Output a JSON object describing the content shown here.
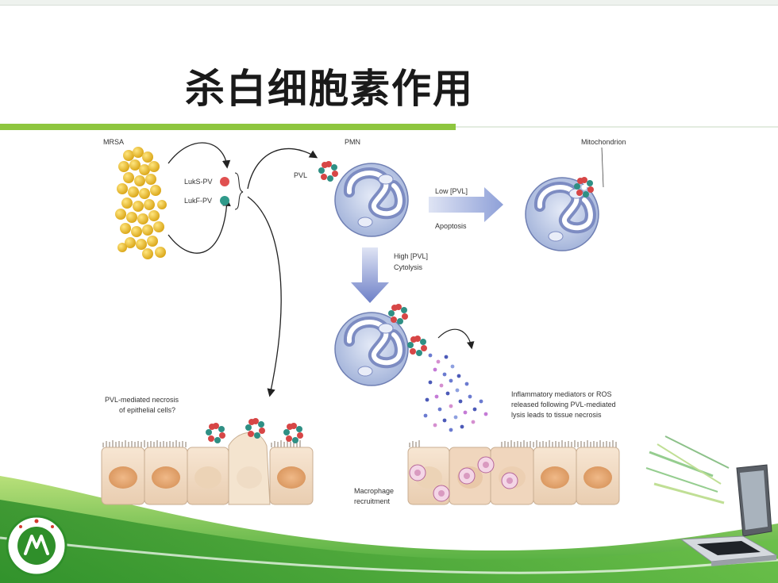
{
  "slide": {
    "title": "杀白细胞素作用"
  },
  "diagram": {
    "labels": {
      "mrsa": "MRSA",
      "luks": "LukS-PV",
      "lukf": "LukF-PV",
      "pvl": "PVL",
      "pmn": "PMN",
      "mitochondrion": "Mitochondrion",
      "low_pvl": "Low [PVL]",
      "apoptosis": "Apoptosis",
      "high_pvl": "High [PVL]",
      "cytolysis": "Cytolysis",
      "necrosis_q_line1": "PVL-mediated necrosis",
      "necrosis_q_line2": "of epithelial cells?",
      "inflam_line1": "Inflammatory mediators or ROS",
      "inflam_line2": "released following PVL-mediated",
      "inflam_line3": "lysis leads to tissue necrosis",
      "macrophage_line1": "Macrophage",
      "macrophage_line2": "recruitment"
    },
    "colors": {
      "bacteria": "#f0c020",
      "luks": "#e05050",
      "lukf": "#2f9a8a",
      "cell_fill": "#c8d4ec",
      "nucleus": "#9aa8d0",
      "arrow_blue": "#7f8fcf",
      "epithelium": "#f2dcc6"
    }
  },
  "decor": {
    "accent_green": "#8ec63f",
    "wave_green": "#3fa535",
    "logo_icon": "university-seal-icon",
    "laptop_icon": "laptop-icon"
  }
}
